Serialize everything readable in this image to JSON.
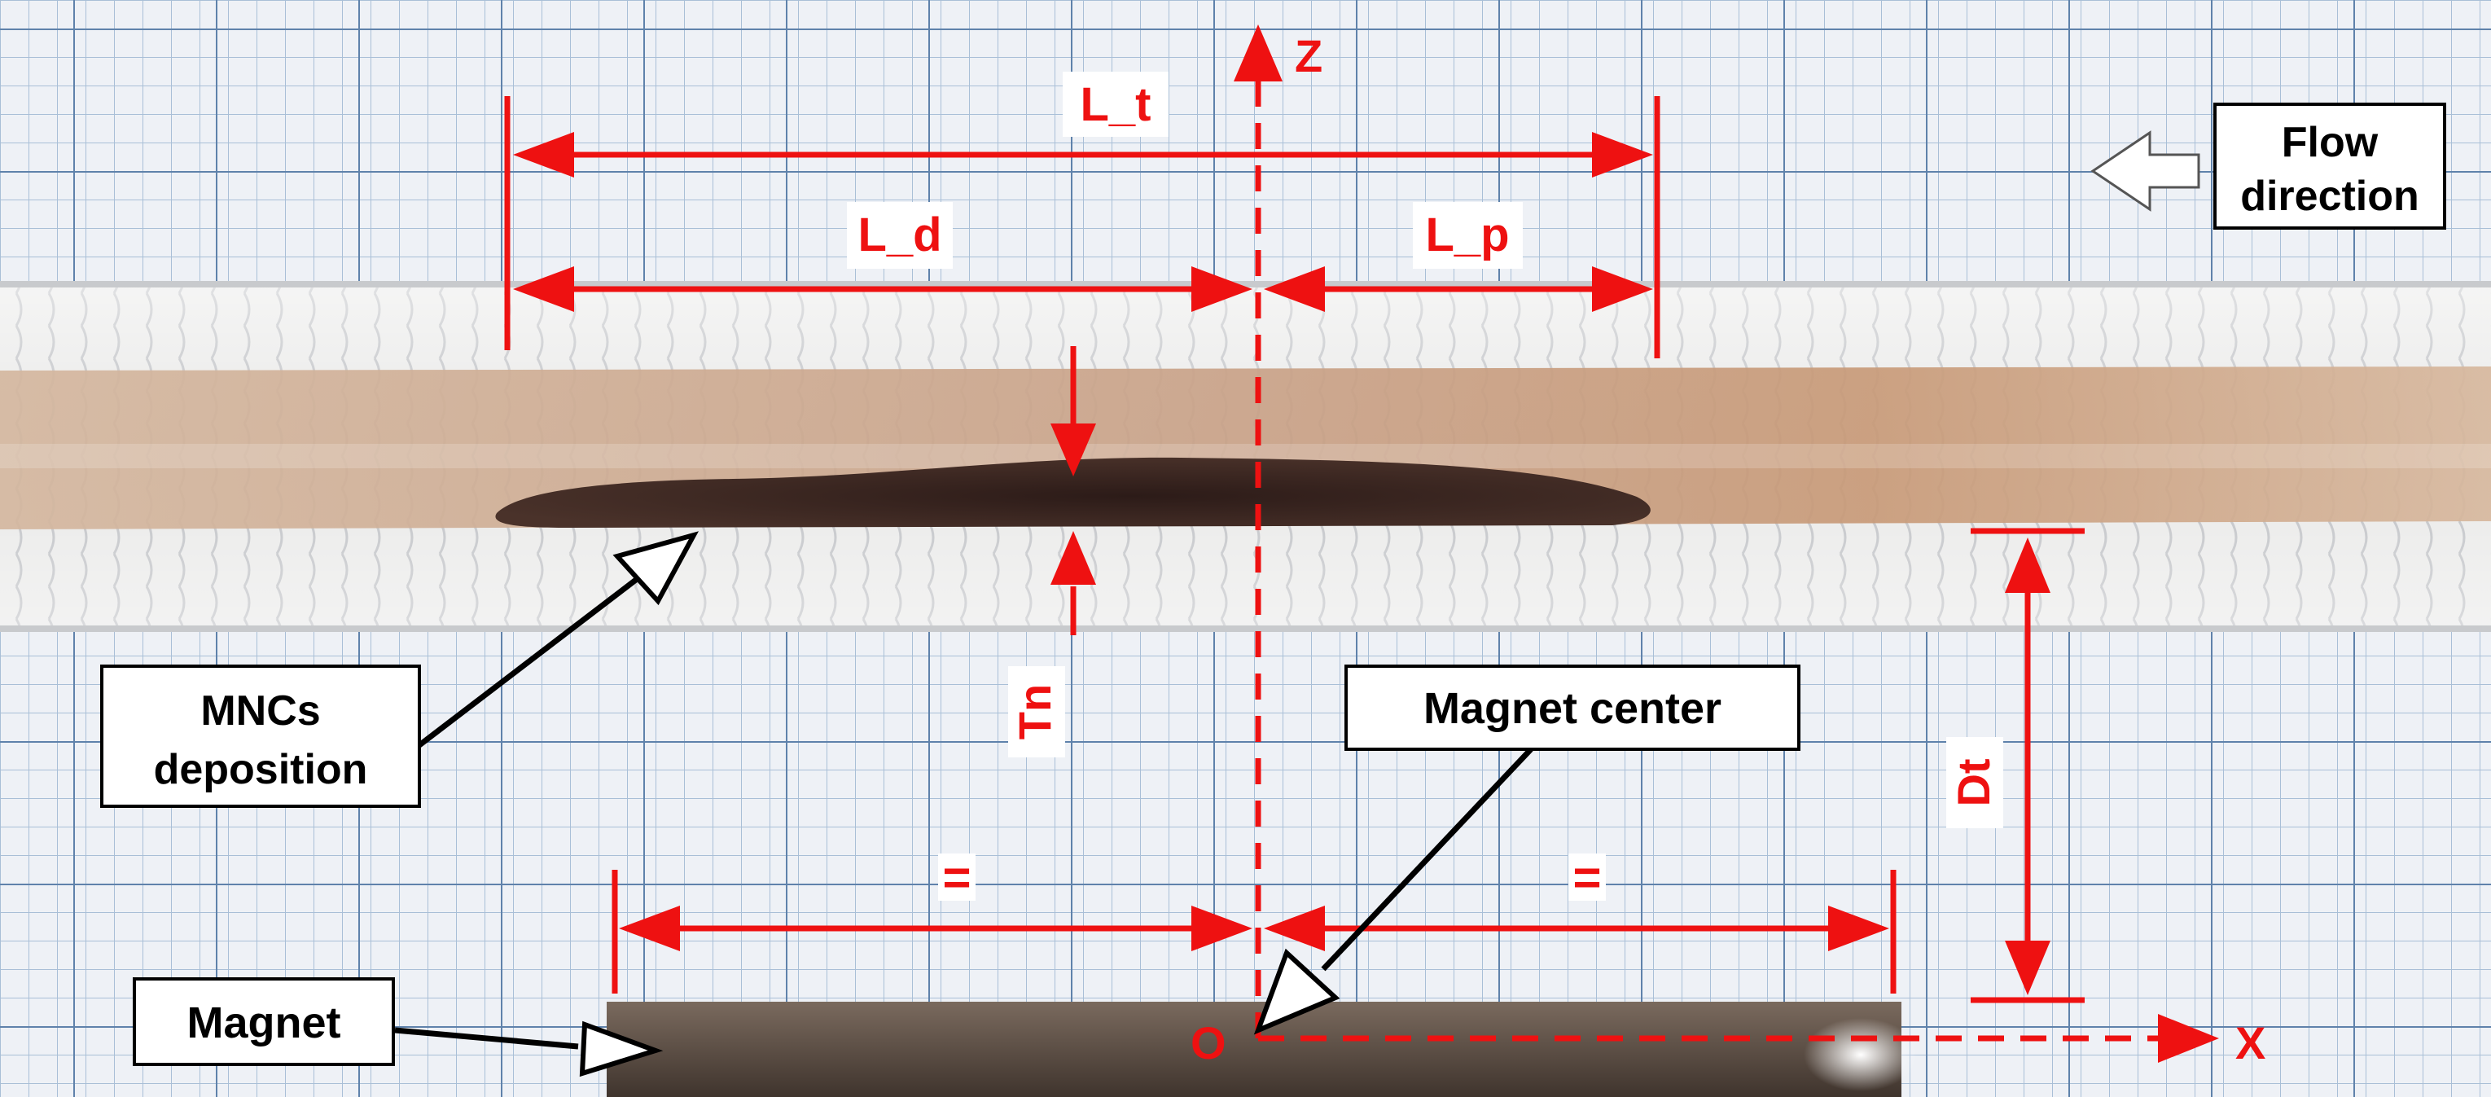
{
  "figure": {
    "labels": {
      "l_t": "L_t",
      "l_d": "L_d",
      "l_p": "L_p",
      "tn": "Tn",
      "dt": "Dt",
      "equal_left": "=",
      "equal_right": "=",
      "z_axis": "Z",
      "x_axis": "X",
      "origin": "O"
    },
    "callouts": {
      "flow_line1": "Flow",
      "flow_line2": "direction",
      "mncs_line1": "MNCs",
      "mncs_line2": "deposition",
      "magnet_center": "Magnet center",
      "magnet": "Magnet"
    },
    "colors": {
      "annotation_red": "#ee1111",
      "grid_paper": "#eef1f6",
      "grid_line_fine": "#a9bfd7",
      "grid_line_major": "#5f82ab",
      "tube_band": "#e8e8e6",
      "fluid_tint": "#cfa98c",
      "deposition": "#3a2622",
      "magnet_body": "#54453c"
    }
  }
}
